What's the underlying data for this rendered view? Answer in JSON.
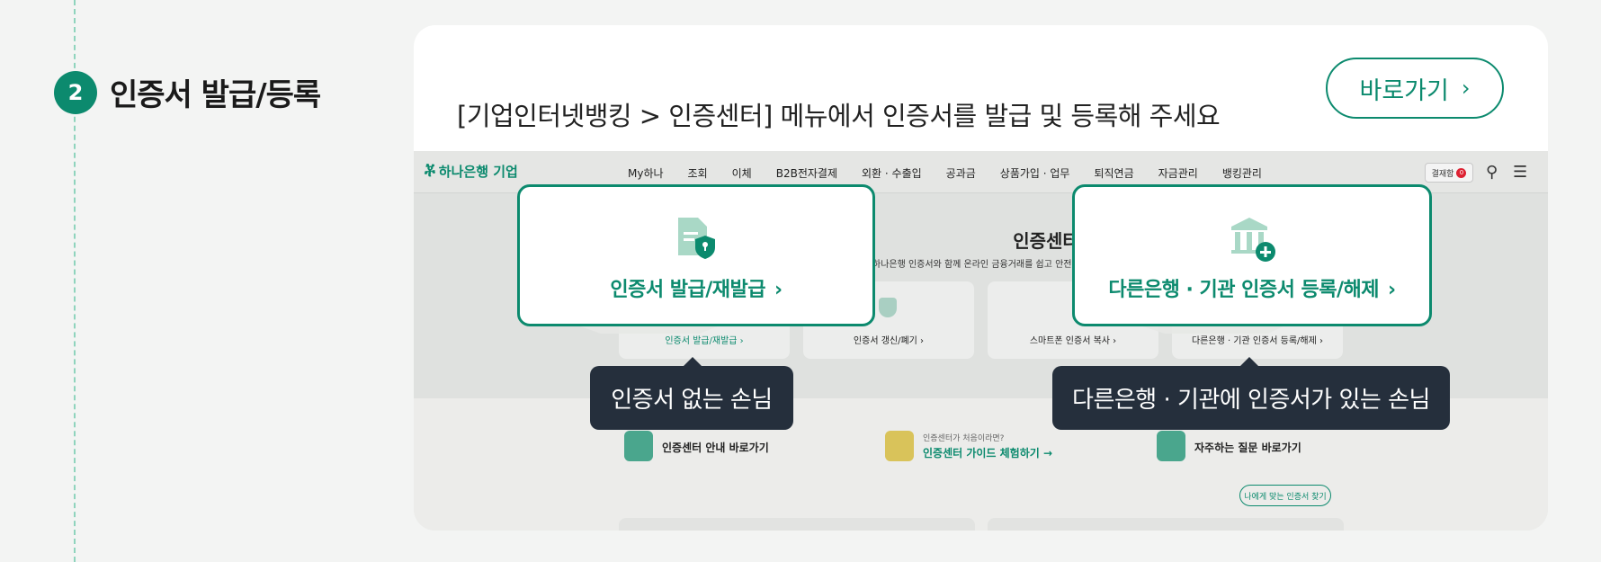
{
  "step": {
    "number": "2",
    "title": "인증서 발급/등록"
  },
  "card": {
    "instruction": "[기업인터넷뱅킹 > 인증센터] 메뉴에서 인증서를 발급 및 등록해 주세요",
    "go_button": {
      "label": "바로가기",
      "icon": "chevron-right-icon"
    }
  },
  "screenshot": {
    "logo": "하나은행 기업",
    "menu": [
      "My하나",
      "조회",
      "이체",
      "B2B전자결제",
      "외환 · 수출입",
      "공과금",
      "상품가입 · 업무",
      "퇴직연금",
      "자금관리",
      "뱅킹관리"
    ],
    "cart": {
      "label": "결재함",
      "count": "0"
    },
    "page_title": "인증센터",
    "page_subtitle": "하나은행 인증서와 함께 온라인 금융거래를 쉽고 안전하",
    "tiles": [
      {
        "label": "인증서 발급/재발급 ›",
        "highlight": true
      },
      {
        "label": "인증서 갱신/폐기 ›",
        "highlight": false
      },
      {
        "label": "스마트폰 인증서 복사 ›",
        "highlight": false
      },
      {
        "label": "다른은행 · 기관 인증서 등록/해제 ›",
        "highlight": false
      }
    ],
    "info_links": [
      {
        "small": "",
        "big": "인증센터 안내 바로가기"
      },
      {
        "small": "인증센터가 처음이라면?",
        "big": "인증센터 가이드 체험하기 →"
      },
      {
        "small": "",
        "big": "자주하는 질문 바로가기"
      }
    ],
    "find_button": "나에게 맞는 인증서 찾기"
  },
  "callouts": [
    {
      "label": "인증서 발급/재발급",
      "icon": "certificate-shield-icon",
      "tag": "인증서 없는 손님"
    },
    {
      "label": "다른은행 · 기관 인증서 등록/해제",
      "icon": "bank-plus-icon",
      "tag": "다른은행 · 기관에 인증서가 있는 손님"
    }
  ],
  "colors": {
    "accent": "#0c8a6e",
    "tag_bg": "#252f3c",
    "page_bg": "#f3f4f3"
  }
}
